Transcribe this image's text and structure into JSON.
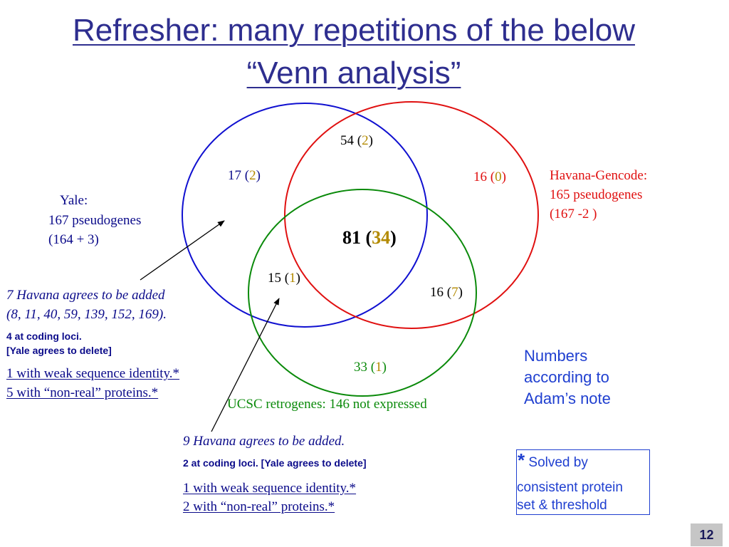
{
  "slide": {
    "title_line1": "Refresher: many repetitions of the below",
    "title_line2": "“Venn analysis”",
    "page_number": "12"
  },
  "sets": {
    "yale": {
      "name": "Yale:",
      "count_line": "167 pseudogenes",
      "detail": "(164 + 3)",
      "color": "#1010d0"
    },
    "havana": {
      "name": "Havana-Gencode:",
      "count_line": "165 pseudogenes",
      "detail": "(167 -2 )",
      "color": "#e01010"
    },
    "ucsc": {
      "name": "UCSC retrogenes: 146 not expressed",
      "color": "#0a8a0a"
    }
  },
  "regions": {
    "yale_havana": {
      "main": "54 (",
      "highlight": "2",
      "close": ")"
    },
    "yale_only": {
      "main": "17 (",
      "highlight": "2",
      "close": ")"
    },
    "havana_only": {
      "main": "16 (",
      "highlight": "0",
      "close": ")"
    },
    "all_three": {
      "main": "81 (",
      "highlight": "34",
      "close": ")"
    },
    "yale_ucsc": {
      "main": "15 (",
      "highlight": "1",
      "close": ")"
    },
    "havana_ucsc": {
      "main": "16 (",
      "highlight": "7",
      "close": ")"
    },
    "ucsc_only": {
      "main": "33 (",
      "highlight": "1",
      "close": ")"
    }
  },
  "annotations": {
    "left": {
      "line1": "7 Havana agrees to be added",
      "line2": "(8, 11, 40, 59, 139, 152, 169).",
      "coding_line1": "4 at coding loci.",
      "coding_line2": "[Yale agrees to delete]",
      "weak": "1 with weak sequence identity.*",
      "nonreal": "5 with “non-real” proteins.*"
    },
    "bottom": {
      "line1": "9 Havana agrees to be added.",
      "coding": "2 at coding loci. [Yale agrees to delete]",
      "weak": "1 with weak sequence identity.*",
      "nonreal": "2 with “non-real” proteins.*"
    },
    "note": {
      "line1": "Numbers",
      "line2": "according to",
      "line3": "Adam’s note"
    },
    "solved": {
      "star": "*",
      "line1": " Solved by",
      "line2": "consistent protein",
      "line3": "set & threshold"
    }
  },
  "colors": {
    "title": "#2e2e8f",
    "highlight": "#b38a00",
    "annotation": "#0b0b8a",
    "note": "#1f3fd0"
  }
}
